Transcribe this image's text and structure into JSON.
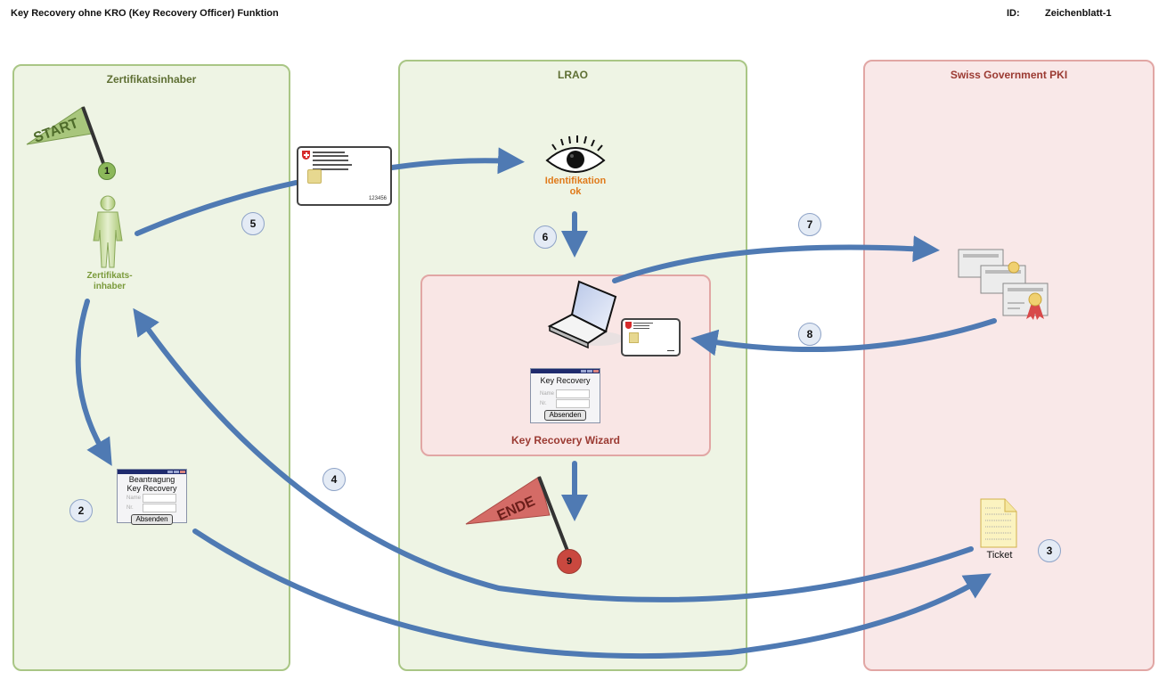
{
  "document": {
    "title": "Key Recovery ohne KRO (Key Recovery Officer) Funktion",
    "id_label": "ID:",
    "id_value": "Zeichenblatt-1"
  },
  "lanes": {
    "holder": {
      "title": "Zertifikatsinhaber",
      "color": "#a9c685"
    },
    "lrao": {
      "title": "LRAO",
      "color": "#a9c685"
    },
    "pki": {
      "title": "Swiss Government PKI",
      "color": "#e1a6a4"
    }
  },
  "start_flag": {
    "label": "START",
    "step": "1"
  },
  "end_flag": {
    "label": "ENDE",
    "step": "9"
  },
  "person": {
    "label_line1": "Zertifikats-",
    "label_line2": "inhaber"
  },
  "id_card": {
    "number": "123456"
  },
  "identification": {
    "line1": "Identifikation",
    "line2": "ok"
  },
  "request_form": {
    "title_line1": "Beantragung",
    "title_line2": "Key Recovery",
    "name_label": "Name",
    "nr_label": "Nr.",
    "submit_label": "Absenden"
  },
  "wizard": {
    "title": "Key Recovery Wizard",
    "form_title": "Key Recovery",
    "name_label": "Name",
    "nr_label": "Nr.",
    "submit_label": "Absenden"
  },
  "ticket": {
    "label": "Ticket"
  },
  "steps": [
    "2",
    "3",
    "4",
    "5",
    "6",
    "7",
    "8"
  ],
  "colors": {
    "arrow": "#4f7ab3",
    "ident_text": "#e07a1a",
    "green_title": "#5e6f33",
    "red_title": "#9b3a32"
  }
}
